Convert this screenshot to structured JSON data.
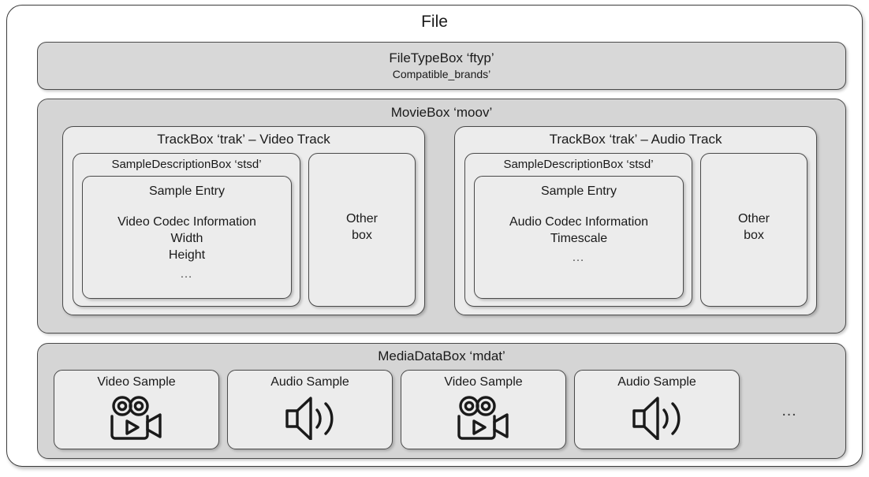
{
  "file": {
    "title": "File"
  },
  "ftyp": {
    "line1": "FileTypeBox ‘ftyp’",
    "line2": "Compatible_brands’"
  },
  "moov": {
    "title": "MovieBox ‘moov’",
    "tracks": [
      {
        "title": "TrackBox ‘trak’ – Video Track",
        "stsd_title": "SampleDescriptionBox ‘stsd’",
        "sample_entry_title": "Sample Entry",
        "sample_entry_lines": [
          "Video Codec Information",
          "Width",
          "Height"
        ],
        "sample_entry_ellipsis": "…",
        "other_line1": "Other",
        "other_line2": "box"
      },
      {
        "title": "TrackBox ‘trak’ – Audio Track",
        "stsd_title": "SampleDescriptionBox ‘stsd’",
        "sample_entry_title": "Sample Entry",
        "sample_entry_lines": [
          "Audio Codec Information",
          "Timescale"
        ],
        "sample_entry_ellipsis": "…",
        "other_line1": "Other",
        "other_line2": "box"
      }
    ]
  },
  "mdat": {
    "title": "MediaDataBox ‘mdat’",
    "samples": [
      {
        "label": "Video Sample",
        "icon": "video-camera-icon"
      },
      {
        "label": "Audio Sample",
        "icon": "speaker-icon"
      },
      {
        "label": "Video Sample",
        "icon": "video-camera-icon"
      },
      {
        "label": "Audio Sample",
        "icon": "speaker-icon"
      }
    ],
    "ellipsis": "…"
  },
  "colors": {
    "page_background": "#ffffff",
    "outer_frame_fill": "#ffffff",
    "ftyp_fill": "#d8d8d8",
    "container_fill": "#d5d5d5",
    "inner_fill": "#ececec",
    "border": "#4a4a4a",
    "text": "#1a1a1a"
  }
}
